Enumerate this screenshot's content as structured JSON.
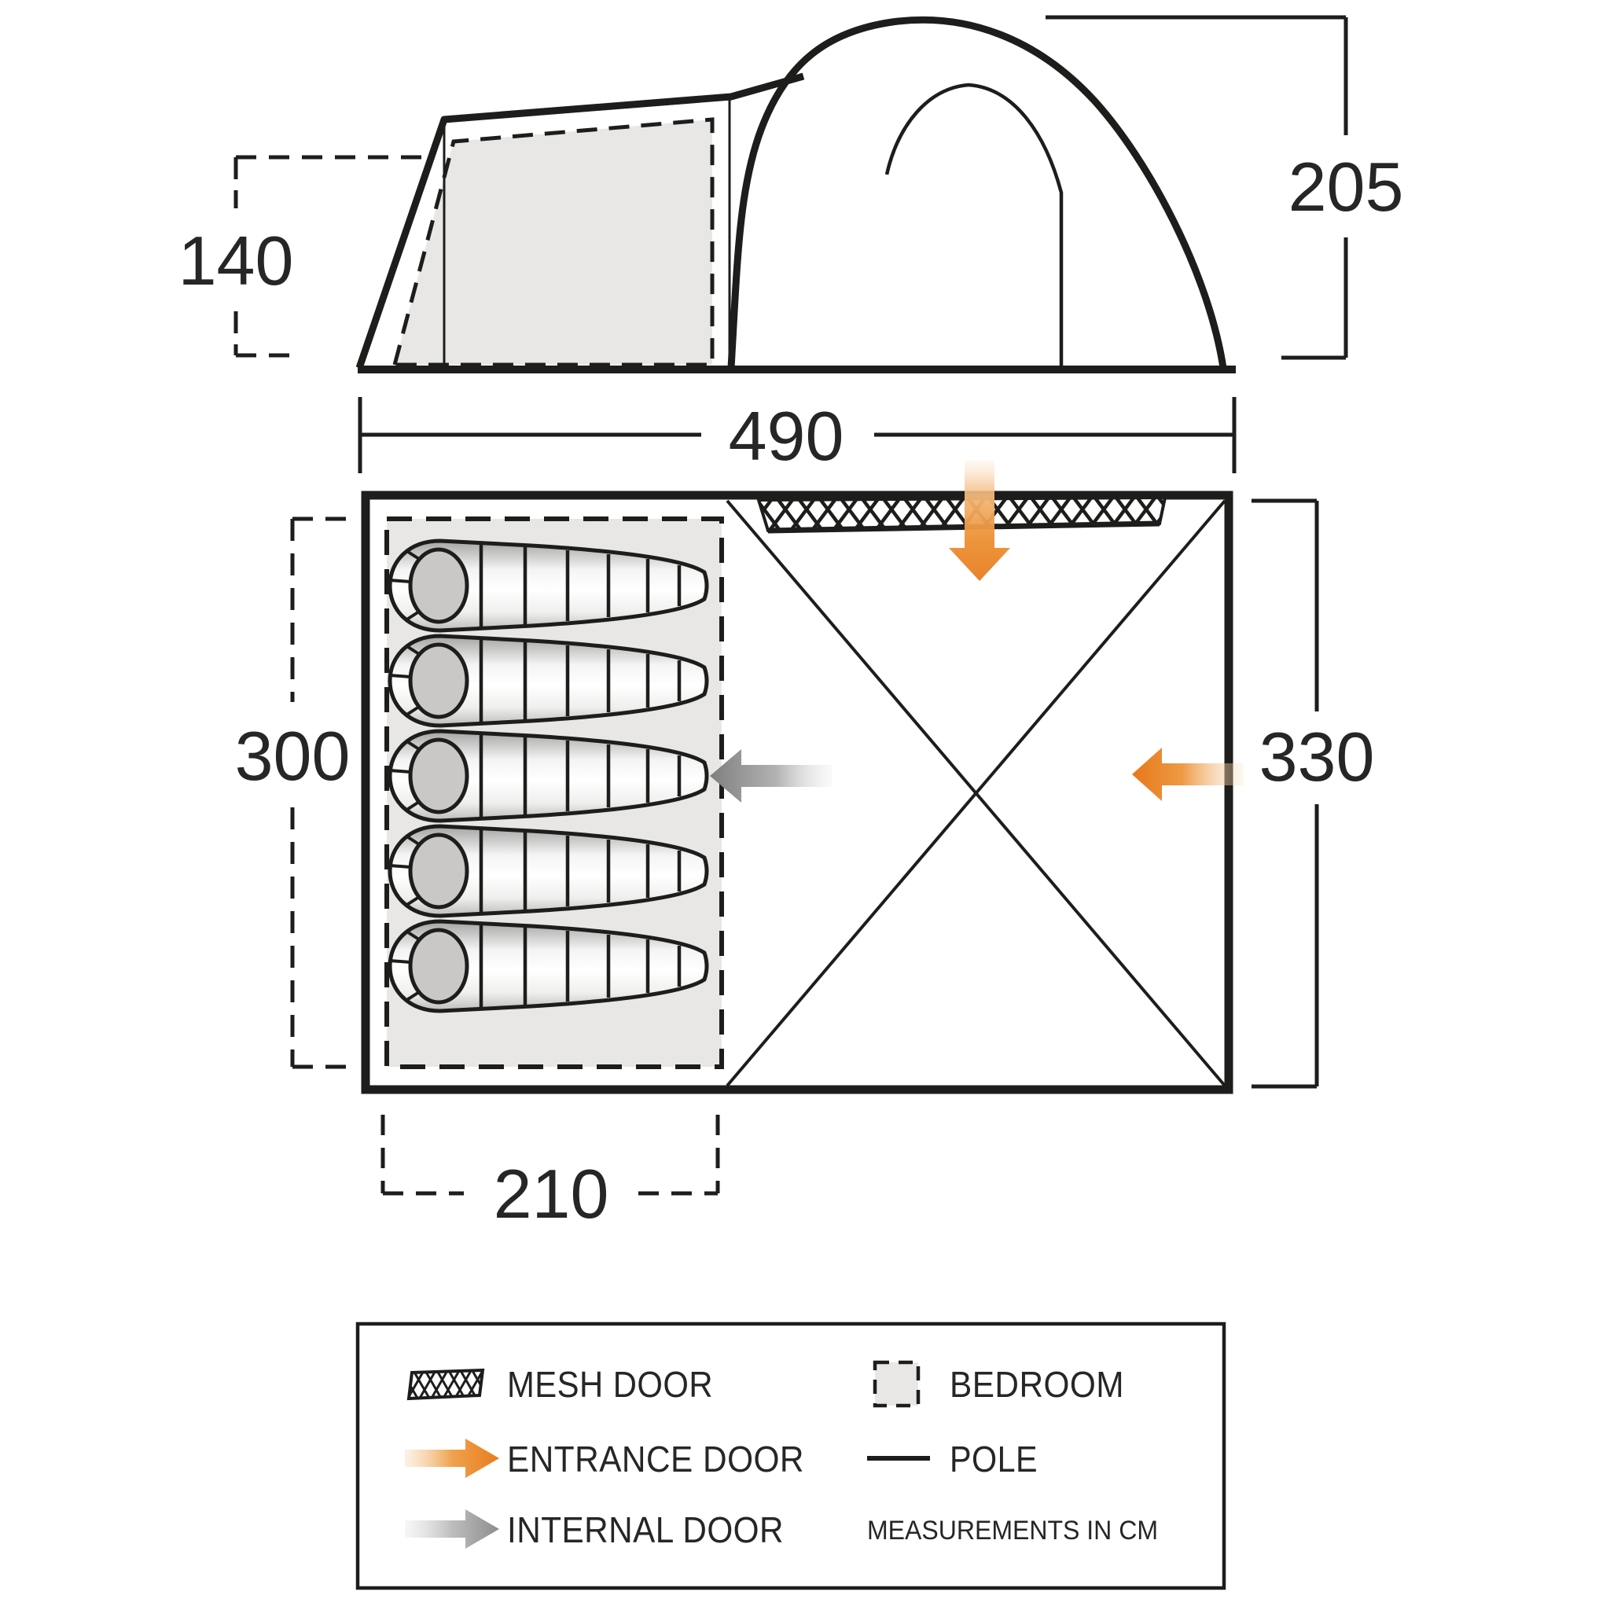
{
  "side_view": {
    "height_porch": "140",
    "height_main": "205",
    "length": "490"
  },
  "floor_plan": {
    "depth_bedroom": "300",
    "depth_living": "330",
    "width_bedroom": "210"
  },
  "legend": {
    "mesh_door": "MESH DOOR",
    "entrance_door": "ENTRANCE DOOR",
    "internal_door": "INTERNAL DOOR",
    "bedroom": "BEDROOM",
    "pole": "POLE",
    "note": "MEASUREMENTS IN CM"
  },
  "colors": {
    "line": "#1d1d1b",
    "entrance_arrow": "#e87c1f",
    "entrance_arrow_light": "#f7e2c9",
    "internal_arrow": "#8d8d8d",
    "internal_arrow_light": "#e2e2e2",
    "bedroom_fill": "#e8e7e5",
    "bag_opening": "#c9c8c7"
  }
}
